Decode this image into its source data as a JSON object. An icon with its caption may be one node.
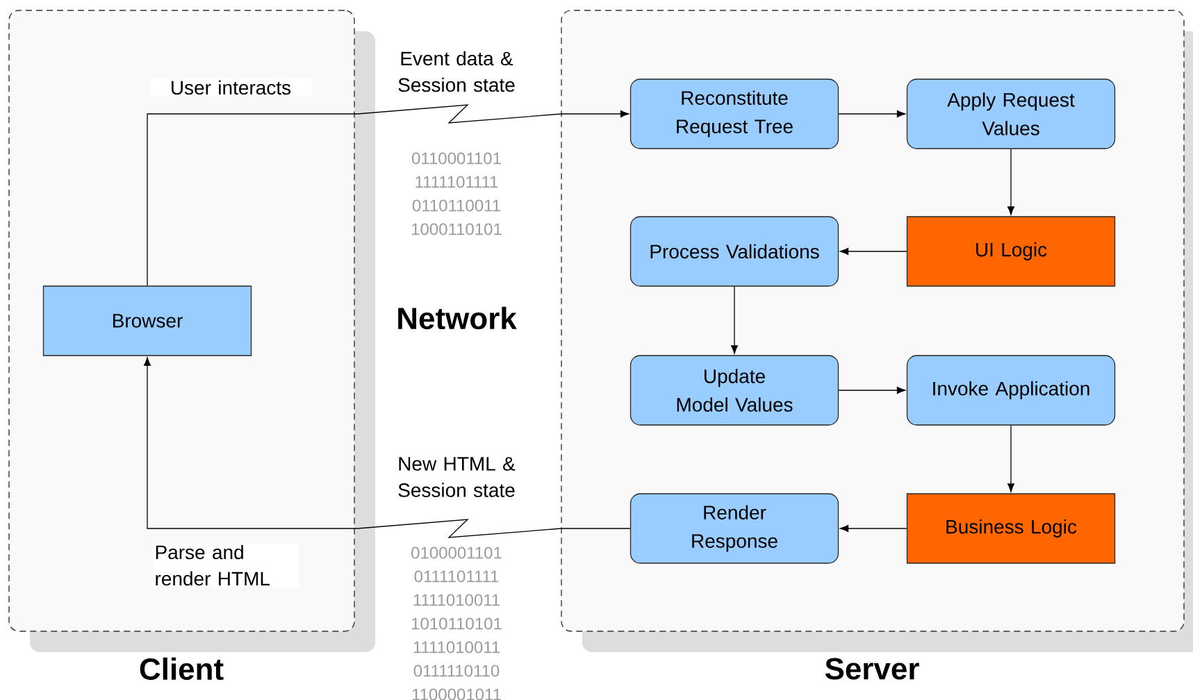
{
  "diagram": {
    "nodes": [
      {
        "text": [
          "Client"
        ]
      },
      {
        "text": [
          "Browser"
        ],
        "in": 0
      },
      {
        "text": [
          "Server"
        ]
      },
      {
        "text": [
          "Reconstitute Request Tree"
        ],
        "in": 2
      },
      {
        "text": [
          "Apply Request Values"
        ],
        "in": 2
      },
      {
        "text": [
          "Process Validations"
        ],
        "in": 2
      },
      {
        "text": [
          "UI Logic"
        ],
        "in": 2
      },
      {
        "text": [
          "Update Model Values"
        ],
        "in": 2
      },
      {
        "text": [
          "Invoke Application"
        ],
        "in": 2
      },
      {
        "text": [
          "Render Response"
        ],
        "in": 2
      },
      {
        "text": [
          "Business Logic"
        ],
        "in": 2
      }
    ],
    "edges": [
      {
        "from": 1,
        "to": 3,
        "arrow": "to"
      },
      {
        "from": 3,
        "to": 4,
        "arrow": "to"
      },
      {
        "from": 4,
        "to": 6,
        "arrow": "to"
      },
      {
        "from": 6,
        "to": 5,
        "arrow": "to"
      },
      {
        "from": 5,
        "to": 7,
        "arrow": "to"
      },
      {
        "from": 7,
        "to": 8,
        "arrow": "to"
      },
      {
        "from": 8,
        "to": 10,
        "arrow": "to"
      },
      {
        "from": 10,
        "to": 9,
        "arrow": "to"
      },
      {
        "from": 9,
        "to": 1,
        "arrow": "to"
      }
    ],
    "labels": [
      "User interacts",
      "Event data & Session state",
      "0110001101 1111101111 0110110011 1000110101",
      "Network",
      "New HTML & Session state",
      "Parse and render HTML",
      "0100001101 0111101111 1111010011 1010110101 1111010011 0111110110 1100001011"
    ]
  }
}
